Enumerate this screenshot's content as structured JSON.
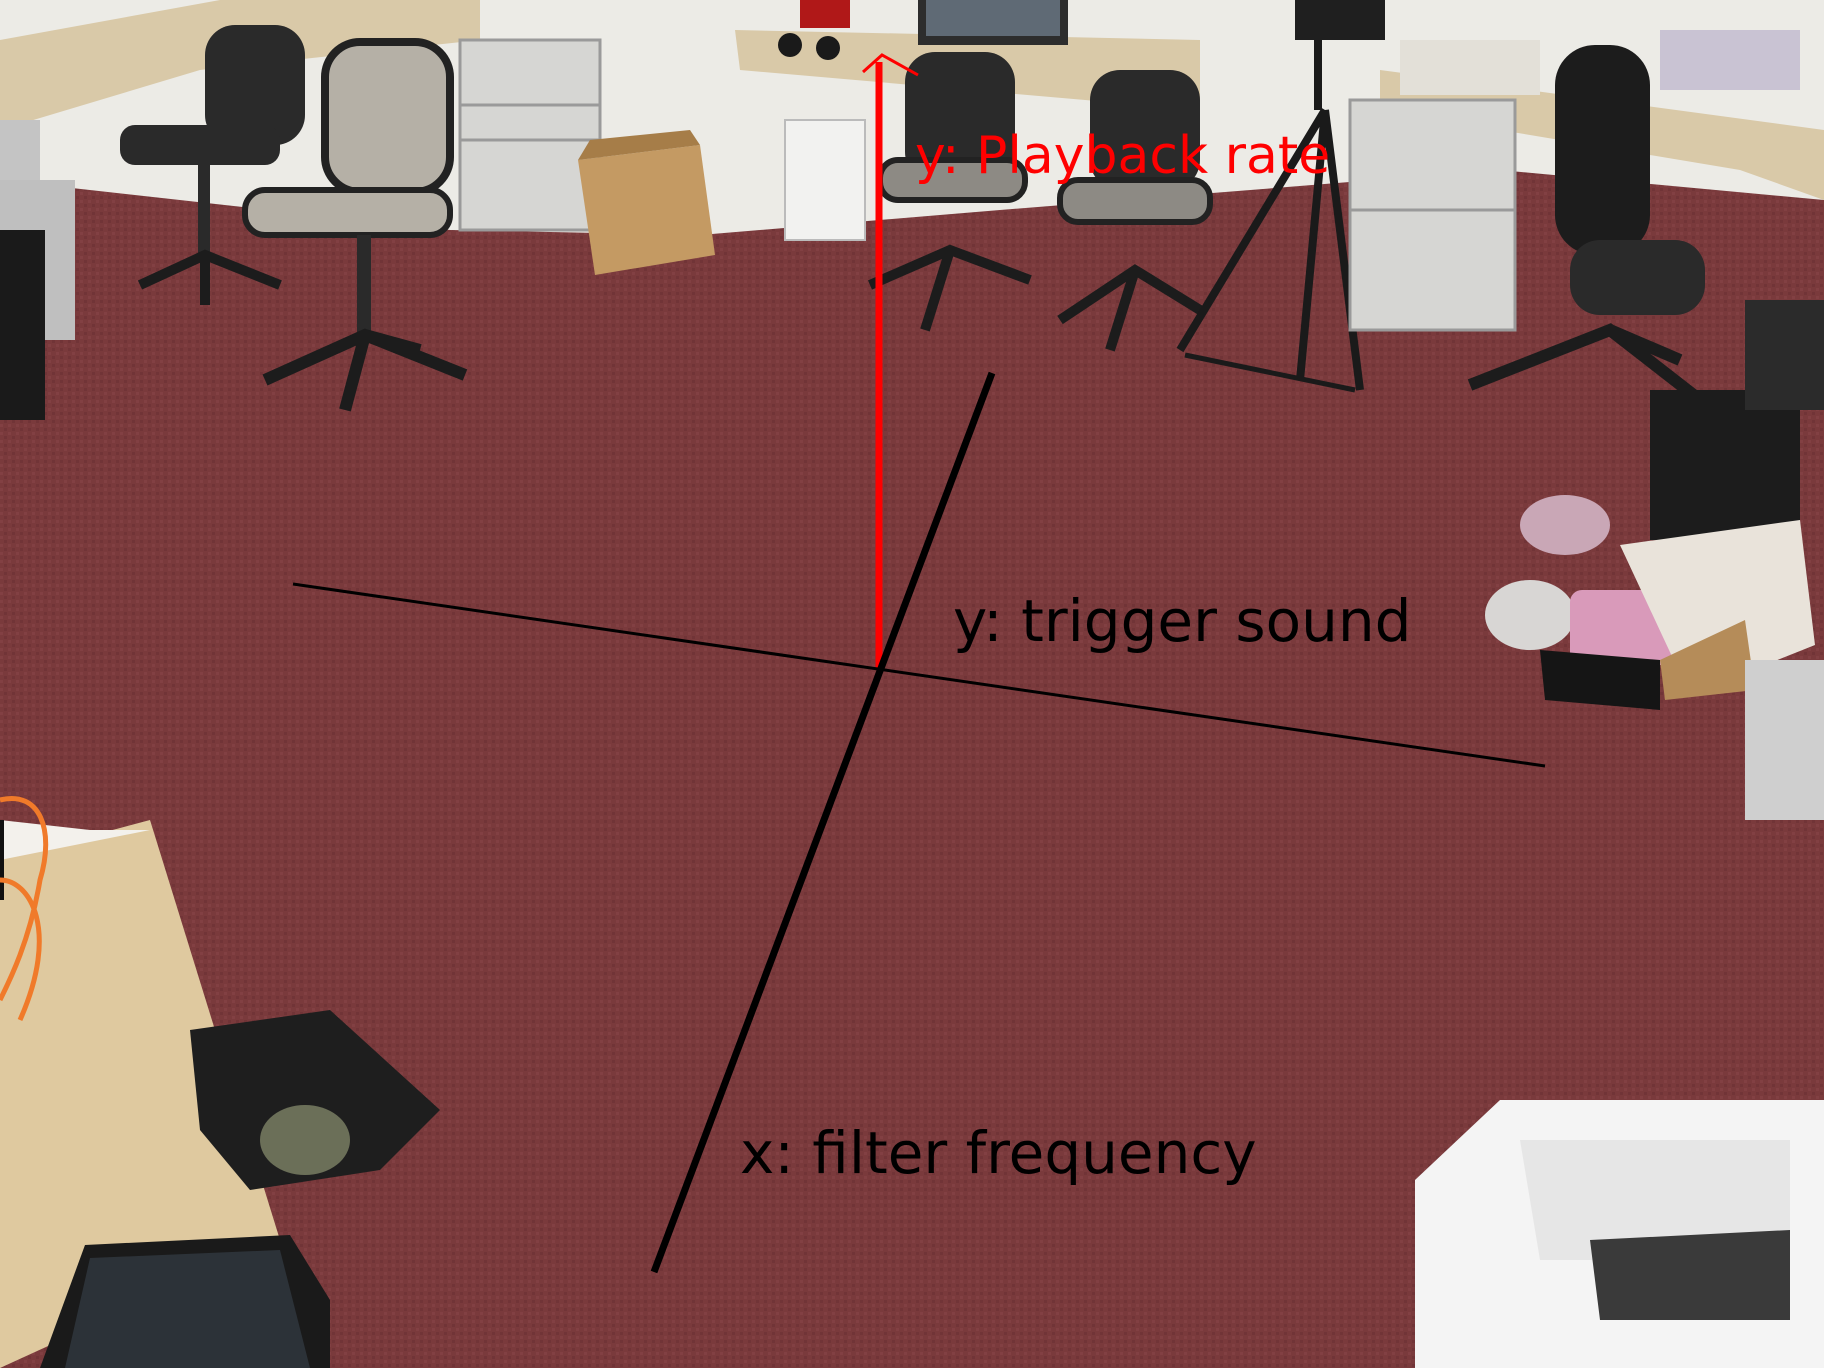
{
  "annotations": {
    "playback_label": "y: Playback rate",
    "trigger_label": "y: trigger sound",
    "filter_label": "x: filter frequency"
  },
  "colors": {
    "carpet": "#7a3a3c",
    "carpet_dark": "#6a2e31",
    "wall": "#eceae4",
    "desk": "#d9c9a8",
    "playback_axis": "#ff0000",
    "axis_black": "#000000"
  },
  "objects": [
    "desk-left",
    "office-chair",
    "filing-cabinet",
    "cardboard-box",
    "desk-center",
    "monitor",
    "headphones",
    "speaker",
    "camera-tripod",
    "mesh-office-chair",
    "desk-right",
    "bubble-wrap-packages",
    "plywood-cabinet",
    "orange-cable",
    "backpack",
    "trash-can",
    "printer"
  ]
}
